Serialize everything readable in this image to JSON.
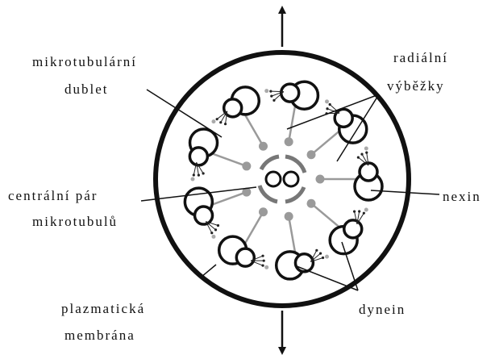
{
  "labels": {
    "doublet_1": "mikrotubulární",
    "doublet_2": "dublet",
    "radial_1": "radiální",
    "radial_2": "výběžky",
    "central_1": "centrální pár",
    "central_2": "mikrotubulů",
    "nexin": "nexin",
    "membrane_1": "plazmatická",
    "membrane_2": "membrána",
    "dynein": "dynein"
  }
}
